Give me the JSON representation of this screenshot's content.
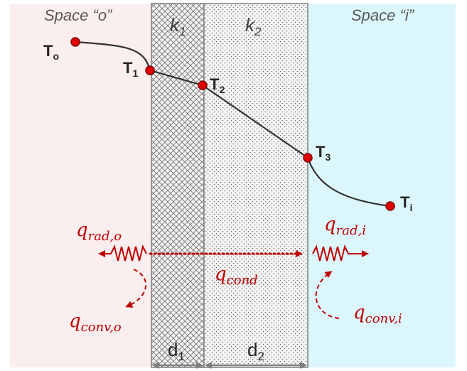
{
  "spaces": {
    "outside": {
      "label": "Space “o”",
      "color": "#fbeeee"
    },
    "inside": {
      "label": "Space “i”",
      "color": "#dcf7fc"
    }
  },
  "layers": [
    {
      "k_main": "k",
      "k_sub": "1",
      "d_main": "d",
      "d_sub": "1",
      "pattern": "crosshatch"
    },
    {
      "k_main": "k",
      "k_sub": "2",
      "d_main": "d",
      "d_sub": "2",
      "pattern": "dotted"
    }
  ],
  "temperatures": [
    {
      "main": "T",
      "sub": "o"
    },
    {
      "main": "T",
      "sub": "1"
    },
    {
      "main": "T",
      "sub": "2"
    },
    {
      "main": "T",
      "sub": "3"
    },
    {
      "main": "T",
      "sub": "i"
    }
  ],
  "heat_flows": {
    "rad_o": {
      "main": "q",
      "sub": "rad,o"
    },
    "conv_o": {
      "main": "q",
      "sub": "conv,o"
    },
    "cond": {
      "main": "q",
      "sub": "cond"
    },
    "rad_i": {
      "main": "q",
      "sub": "rad,i"
    },
    "conv_i": {
      "main": "q",
      "sub": "conv,i"
    }
  },
  "colors": {
    "heat_flow": "#c00000",
    "node_fill": "#e00000",
    "profile_line": "#333333",
    "wall_border": "#7f7f7f"
  }
}
